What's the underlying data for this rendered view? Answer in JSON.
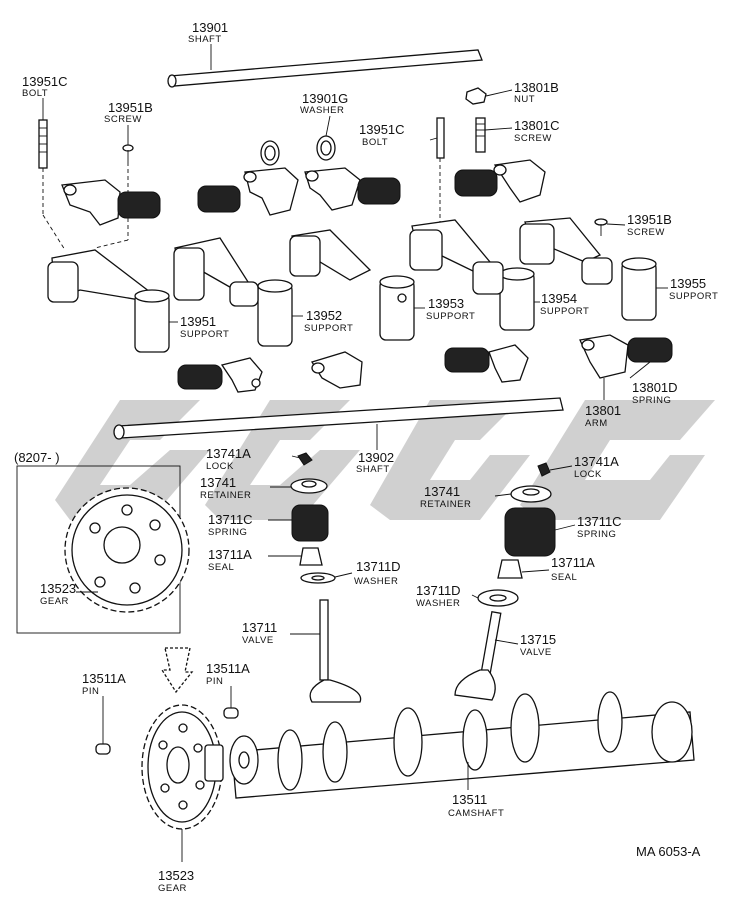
{
  "diagram_id": "MA 6053-A",
  "inset": {
    "date_range": "(8207-      )"
  },
  "watermark": {
    "color": "#c8c8c8"
  },
  "callouts": {
    "shaft_13901": {
      "num": "13901",
      "name": "SHAFT"
    },
    "bolt_13951C_left": {
      "num": "13951C",
      "name": "BOLT"
    },
    "screw_13951B_left": {
      "num": "13951B",
      "name": "SCREW"
    },
    "washer_13901G": {
      "num": "13901G",
      "name": "WASHER"
    },
    "bolt_13951C_mid": {
      "num": "13951C",
      "name": "BOLT"
    },
    "nut_13801B": {
      "num": "13801B",
      "name": "NUT"
    },
    "screw_13801C": {
      "num": "13801C",
      "name": "SCREW"
    },
    "screw_13951B_right": {
      "num": "13951B",
      "name": "SCREW"
    },
    "support_13955": {
      "num": "13955",
      "name": "SUPPORT"
    },
    "support_13951": {
      "num": "13951",
      "name": "SUPPORT"
    },
    "support_13952": {
      "num": "13952",
      "name": "SUPPORT"
    },
    "support_13953": {
      "num": "13953",
      "name": "SUPPORT"
    },
    "support_13954": {
      "num": "13954",
      "name": "SUPPORT"
    },
    "spring_13801D": {
      "num": "13801D",
      "name": "SPRING"
    },
    "arm_13801": {
      "num": "13801",
      "name": "ARM"
    },
    "shaft_13902": {
      "num": "13902",
      "name": "SHAFT"
    },
    "lock_13741A_left": {
      "num": "13741A",
      "name": "LOCK"
    },
    "lock_13741A_right": {
      "num": "13741A",
      "name": "LOCK"
    },
    "retainer_13741_left": {
      "num": "13741",
      "name": "RETAINER"
    },
    "retainer_13741_right": {
      "num": "13741",
      "name": "RETAINER"
    },
    "spring_13711C_left": {
      "num": "13711C",
      "name": "SPRING"
    },
    "spring_13711C_right": {
      "num": "13711C",
      "name": "SPRING"
    },
    "seal_13711A_left": {
      "num": "13711A",
      "name": "SEAL"
    },
    "seal_13711A_right": {
      "num": "13711A",
      "name": "SEAL"
    },
    "washer_13711D_left": {
      "num": "13711D",
      "name": "WASHER"
    },
    "washer_13711D_right": {
      "num": "13711D",
      "name": "WASHER"
    },
    "valve_13711": {
      "num": "13711",
      "name": "VALVE"
    },
    "valve_13715": {
      "num": "13715",
      "name": "VALVE"
    },
    "gear_13523_inset": {
      "num": "13523",
      "name": "GEAR"
    },
    "gear_13523_bottom": {
      "num": "13523",
      "name": "GEAR"
    },
    "pin_13511A_left": {
      "num": "13511A",
      "name": "PIN"
    },
    "pin_13511A_right": {
      "num": "13511A",
      "name": "PIN"
    },
    "camshaft_13511": {
      "num": "13511",
      "name": "CAMSHAFT"
    }
  }
}
